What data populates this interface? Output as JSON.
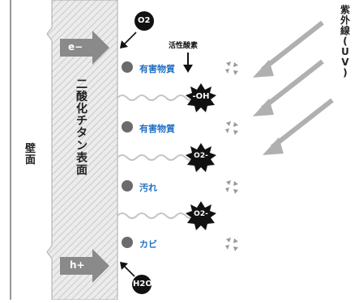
{
  "colors": {
    "substrate_fill": "#ececec",
    "substrate_hatch": "#c9c9c9",
    "arrow_gray": "#8a8a8a",
    "uv_arrow": "#b0b0b0",
    "particle": "#6b6b6b",
    "radical_fill": "#111111",
    "label_blue": "#1f6fc4",
    "wave": "#c4c4c4"
  },
  "wall_label": "壁面",
  "surface_label": "二酸化チタン表面",
  "uv_label": "紫外線(UV)",
  "electron_label": "e−",
  "hole_label": "h+",
  "o2_label": "O2",
  "h2o_label": "H2O",
  "active_oxygen_label": "活性酸素",
  "items": [
    {
      "label": "有害物質",
      "radical": "-OH"
    },
    {
      "label": "有害物質",
      "radical": "O2-"
    },
    {
      "label": "汚れ",
      "radical": "O2-"
    },
    {
      "label": "カビ"
    }
  ]
}
